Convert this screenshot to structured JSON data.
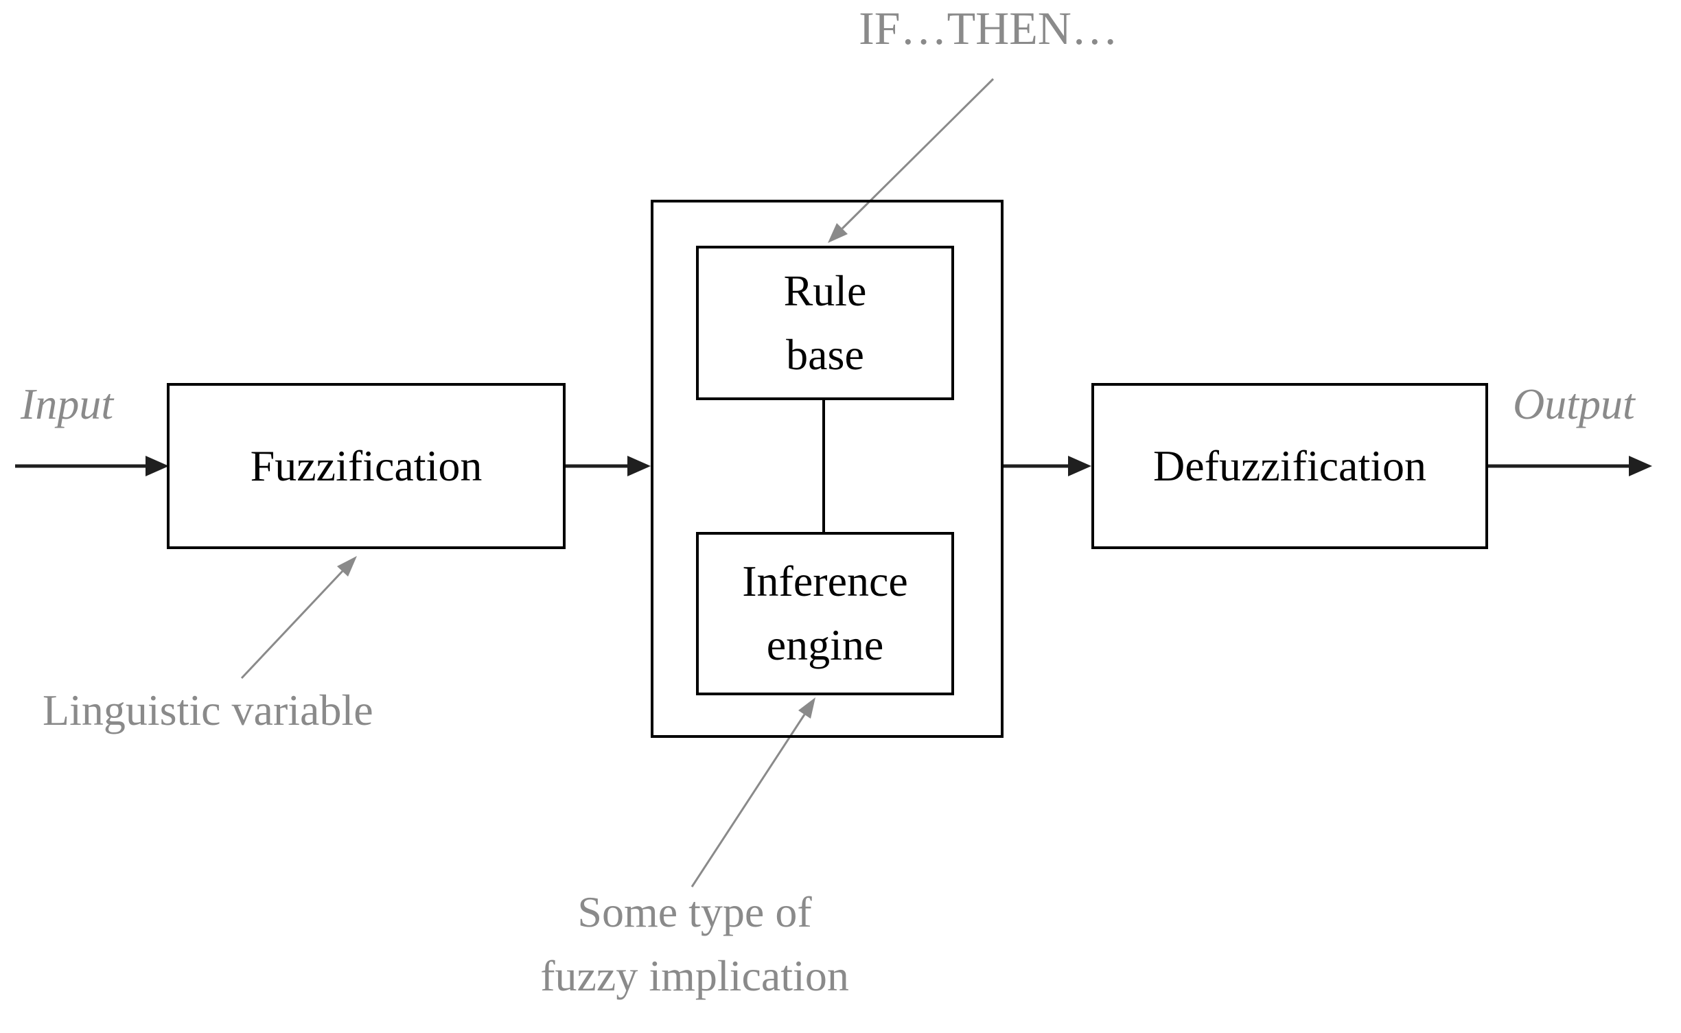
{
  "colors": {
    "background": "#ffffff",
    "box-border": "#000000",
    "box-text": "#000000",
    "arrow-black": "#1f1f1f",
    "annotation-gray": "#8a8a8a"
  },
  "diagram": {
    "io_labels": {
      "input": "Input",
      "output": "Output"
    },
    "blocks": {
      "fuzzification": "Fuzzification",
      "defuzzification": "Defuzzification",
      "rule_base_line1": "Rule",
      "rule_base_line2": "base",
      "inference_line1": "Inference",
      "inference_line2": "engine"
    },
    "annotations": {
      "if_then": "IF…THEN…",
      "linguistic_variable": "Linguistic variable",
      "implication_line1": "Some type of",
      "implication_line2": "fuzzy implication"
    }
  }
}
